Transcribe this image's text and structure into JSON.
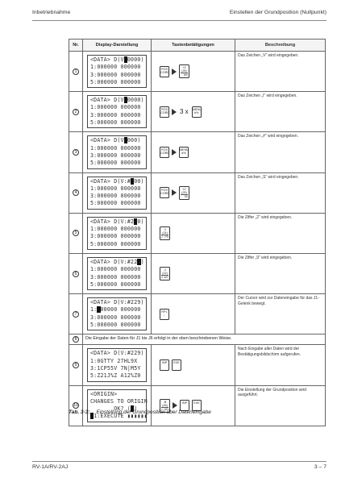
{
  "header": {
    "left": "Inbetriebnahme",
    "right": "Einstellen der Grundposition (Nullpunkt)"
  },
  "table": {
    "cols": [
      "Nr.",
      "Display-Darstellung",
      "Tastenbetätigungen",
      "Beschreibung"
    ],
    "rows": [
      {
        "nr": "①",
        "lines": [
          [
            "<DATA> D(V",
            "▮",
            "0000)"
          ],
          "1:000000 000000",
          "3:000000 000000",
          "5:000000 000000"
        ],
        "keys": [
          "POS CORD",
          "arrow",
          "+Z (J6) - WX"
        ],
        "desc": "Das Zeichen „V“ wird eingegeben."
      },
      {
        "nr": "②",
        "lines": [
          [
            "<DATA> D(V",
            "▮",
            "0000)"
          ],
          "1:000000 000000",
          "3:000000 000000",
          "5:000000 000000"
        ],
        "keys": [
          "POS CORD",
          "arrow",
          "3 x",
          "MENU #%"
        ],
        "desc": "Das Zeichen „I“ wird eingegeben."
      },
      {
        "nr": "③",
        "lines": [
          [
            "<DATA> D(V",
            "▮",
            "000)"
          ],
          "1:000000 000000",
          "3:000000 000000",
          "5:000000 000000"
        ],
        "keys": [
          "POS CORD",
          "arrow",
          "MENU #%"
        ],
        "desc": "Das Zeichen „#“ wird eingegeben."
      },
      {
        "nr": "④",
        "lines": [
          [
            "<DATA> D(V:#",
            "▮",
            "00)"
          ],
          "1:000000 000000",
          "3:000000 000000",
          "5:000000 000000"
        ],
        "keys": [
          "POS CORD",
          "arrow",
          "+C (J5) - SS"
        ],
        "desc": "Das Zeichen „S“ wird eingegeben."
      },
      {
        "nr": "⑤",
        "lines": [
          [
            "<DATA> D(V:#2",
            "▮",
            "0)"
          ],
          "1:000000 000000",
          "3:000000 000000",
          "5:000000 000000"
        ],
        "keys": [
          "-Y (J4) 2 PR"
        ],
        "desc": "Die Ziffer „2“ wird eingegeben."
      },
      {
        "nr": "⑥",
        "lines": [
          [
            "<DATA> D(V:#22",
            "▮",
            ")"
          ],
          "1:000000 000000",
          "3:000000 000000",
          "5:000000 000000"
        ],
        "keys": [
          "-Y (J2) 3 A/O"
        ],
        "desc": "Die Ziffer „9“ wird eingegeben."
      },
      {
        "nr": "⑦",
        "lines": [
          "<DATA> D(V:#229)",
          [
            "1:",
            "▮",
            "00000 000000"
          ],
          "3:000000 000000",
          "5:000000 000000"
        ],
        "keys": [
          "RPL ↓"
        ],
        "desc": "Der Cursor wird zur Dateneingabe für das J1-Gelenk bewegt."
      }
    ],
    "full_row": {
      "nr": "⑧",
      "text": "Die Eingabe der Daten für J1 bis J6 erfolgt in der oben beschriebenen Weise."
    },
    "rows2": [
      {
        "nr": "⑨",
        "lines": [
          "<DATA> D(V:#229)",
          "1:0GTTY 27HL9X",
          "3:1CP55V 7N|M5Y",
          "5:Z21J%Z A12%Z0"
        ],
        "keys": [
          "INP",
          "EXE"
        ],
        "desc": "Nach Eingabe aller Daten wird der Bestätigungsbildschirm aufgerufen."
      },
      {
        "nr": "⑩",
        "lines": [
          "<ORIGIN>",
          "CHANGES TO ORIGIN",
          [
            "       OK? (",
            "▮",
            ")"
          ],
          [
            "",
            "▮",
            "1:EXECUTE ▮▮▮▮▮▮"
          ]
        ],
        "keys": [
          "-B (J6) 1 NO",
          "arrow",
          "INP",
          "EXE"
        ],
        "desc": "Die Einstellung der Grundposition wird ausgeführt."
      }
    ]
  },
  "caption": {
    "num": "Tab. 3-3:",
    "text": "Einstellung der Grundposition über Dateneingabe"
  },
  "footer": {
    "left": "RV-1A/RV-2AJ",
    "right": "3 – 7"
  }
}
